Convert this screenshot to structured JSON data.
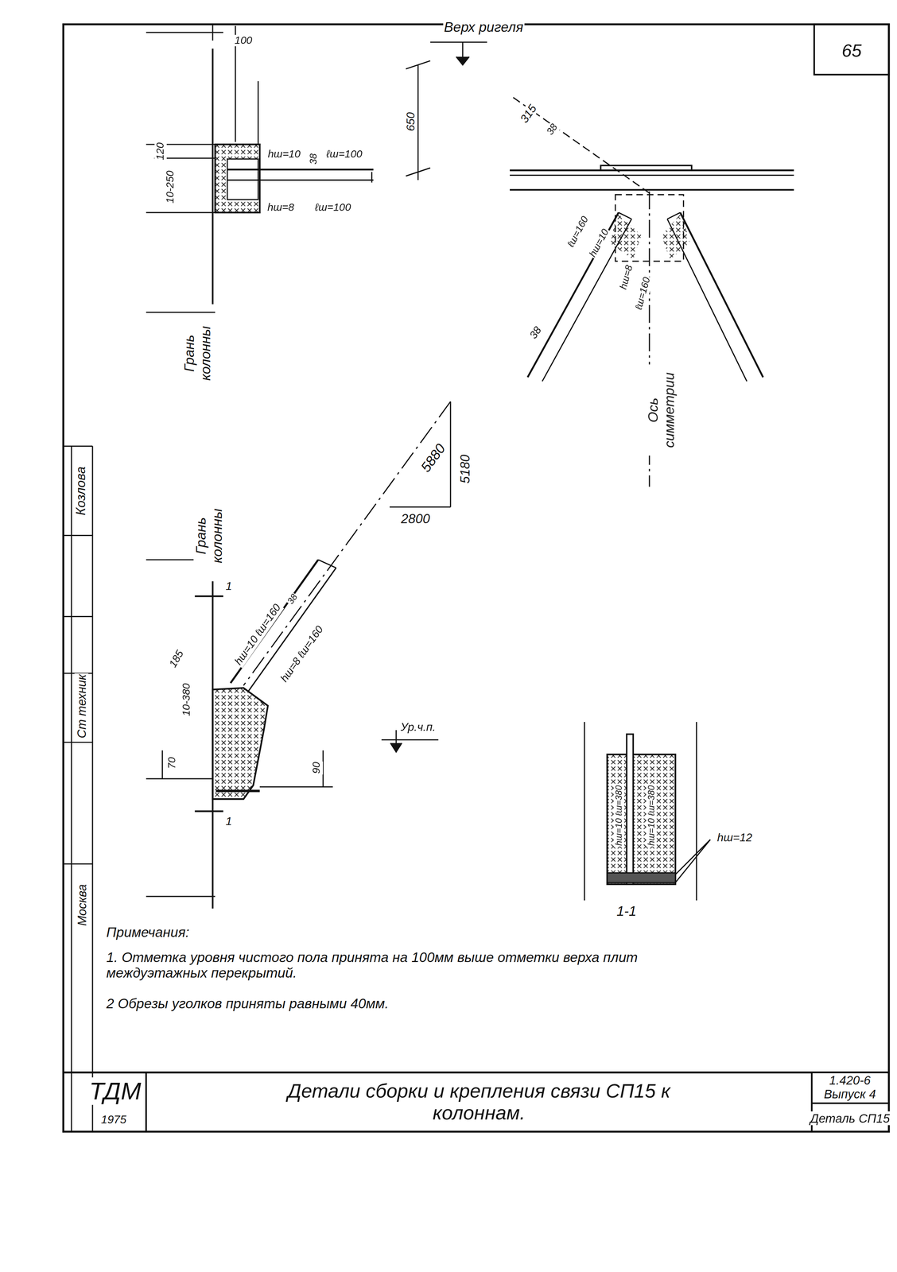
{
  "diagram": {
    "title": "Детали сборки и крепления связи СП15 к колоннам.",
    "labels": [
      "65",
      "Верх ригеля",
      "100",
      "120",
      "10-250",
      "hш=10",
      "38",
      "ℓш=100",
      "650",
      "hш=8",
      "ℓш=100",
      "Грань колонны",
      "315",
      "38",
      "ℓш=160",
      "hш=10",
      "hш=8",
      "ℓш=160",
      "38",
      "Ось симметрии",
      "5880",
      "5180",
      "2800",
      "Грань колонны",
      "1",
      "hш=10 ℓш=160",
      "38",
      "hш=8 ℓш=160",
      "185",
      "10-380",
      "70",
      "Ур.ч.п.",
      "90",
      "1",
      "hш=10 ℓш=380",
      "hш=10 ℓш=380",
      "hш=12",
      "1-1",
      "Примечания:",
      "1. Отметка уровня чистого пола принята на 100мм выше отметки верха плит междуэтажных перекрытий.",
      "2 Обрезы уголков приняты равными 40мм.",
      "ТДМ",
      "1975",
      "1.420-6 Выпуск 4",
      "Деталь СП15",
      "Козлова",
      "Ст техник",
      "Москва"
    ]
  }
}
